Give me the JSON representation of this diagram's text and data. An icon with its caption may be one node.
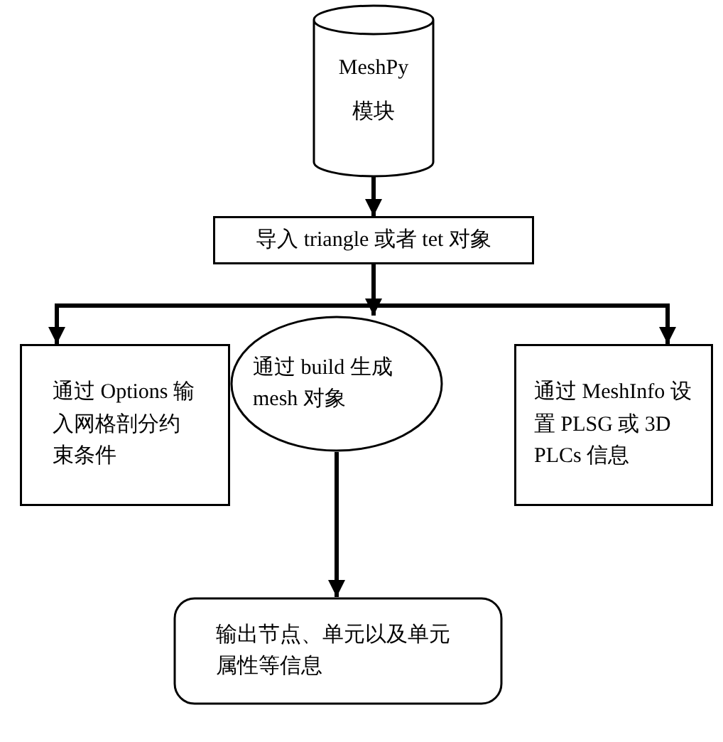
{
  "diagram": {
    "nodes": [
      {
        "text": [
          "MeshPy 模块"
        ]
      },
      {
        "text": [
          "导入 triangle 或者 tet 对象"
        ]
      },
      {
        "text": [
          "通过 Options 输入网格剖分约束条件"
        ]
      },
      {
        "text": [
          "通过 build 生成 mesh 对象"
        ]
      },
      {
        "text": [
          "通过 MeshInfo 设置 PLSG 或 3D PLCs 信息"
        ]
      },
      {
        "text": [
          "输出节点、单元以及单元属性等信息"
        ]
      }
    ],
    "edges": [
      {
        "from": 0,
        "to": 1,
        "arrow": "to"
      },
      {
        "from": 1,
        "to": 2,
        "arrow": "to"
      },
      {
        "from": 1,
        "to": 3,
        "arrow": "to"
      },
      {
        "from": 1,
        "to": 4,
        "arrow": "to"
      },
      {
        "from": 3,
        "to": 5,
        "arrow": "to"
      }
    ]
  }
}
